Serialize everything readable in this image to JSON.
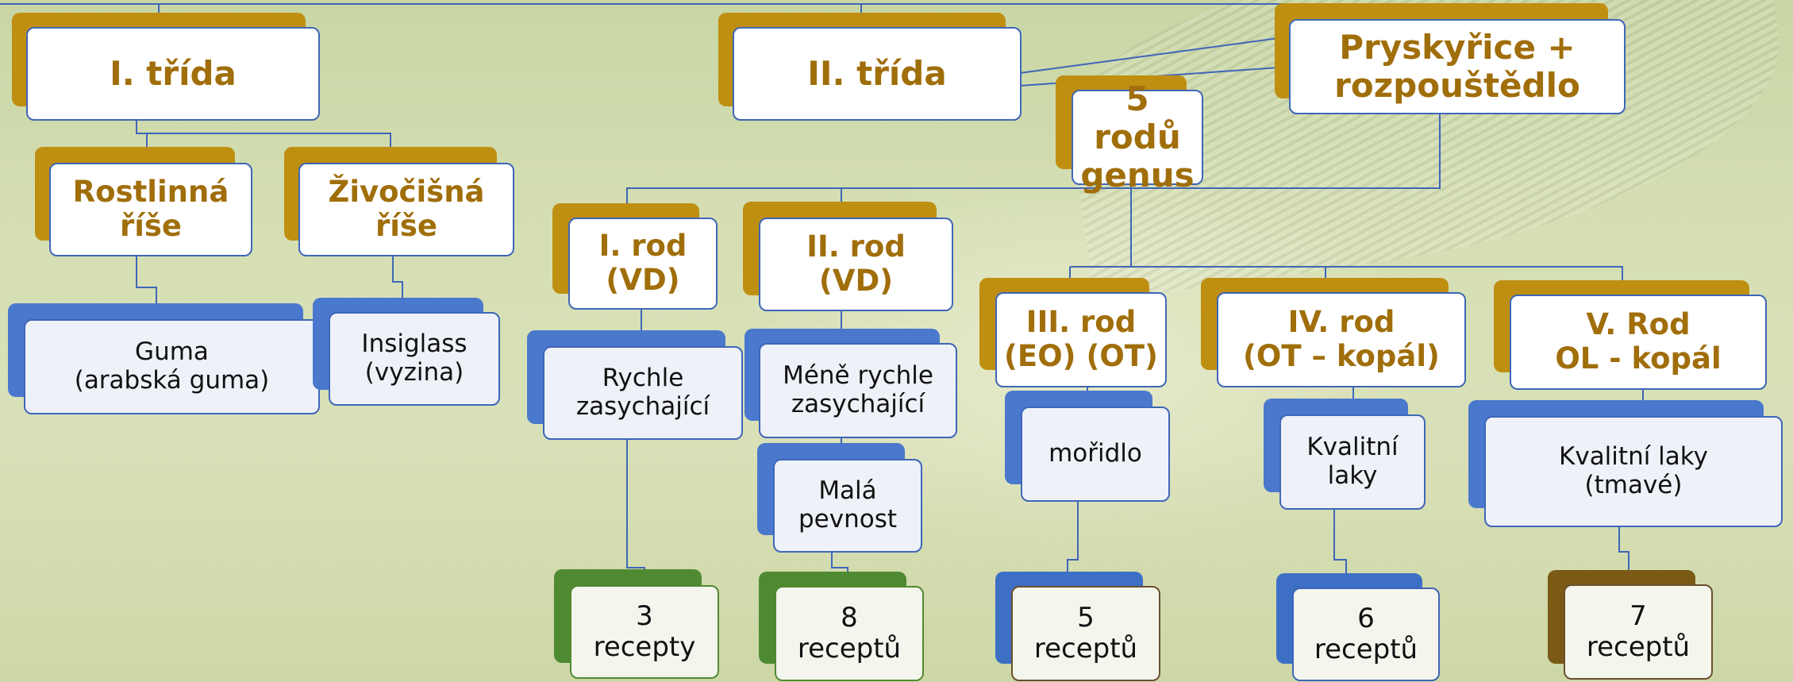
{
  "diagram": {
    "classes": {
      "first": "I. třída",
      "second": "II. třída",
      "resin": "Pryskyřice +\nrozpouštědlo"
    },
    "genera_count": "5 rodů\ngenus",
    "first_class": {
      "plant": "Rostlinná\nříše",
      "animal": "Živočišná\nříše",
      "plant_example": "Guma\n(arabská guma)",
      "animal_example": "Insiglass\n(vyzina)"
    },
    "genera": [
      {
        "name": "I. rod\n(VD)",
        "description": "Rychle\nzasychající",
        "recipes": "3\nrecepty"
      },
      {
        "name": "II. rod\n(VD)",
        "description": "Méně rychle\nzasychající",
        "description2": "Malá\npevnost",
        "recipes": "8\nreceptů"
      },
      {
        "name": "III. rod\n(EO) (OT)",
        "description": "mořidlo",
        "recipes": "5\nreceptů"
      },
      {
        "name": "IV. rod\n(OT – kopál)",
        "description": "Kvalitní\nlaky",
        "recipes": "6\nreceptů"
      },
      {
        "name": "V. Rod\nOL - kopál",
        "description": "Kvalitní laky\n(tmavé)",
        "recipes": "7\nreceptů"
      }
    ],
    "colors": {
      "header_text": "#a06e0a",
      "header_tab": "#bf8f12",
      "connector": "#3f66b8",
      "desc_tab": "#4a78cc",
      "recipe_green": "#4f8a32",
      "recipe_brown": "#7a5a14"
    }
  }
}
